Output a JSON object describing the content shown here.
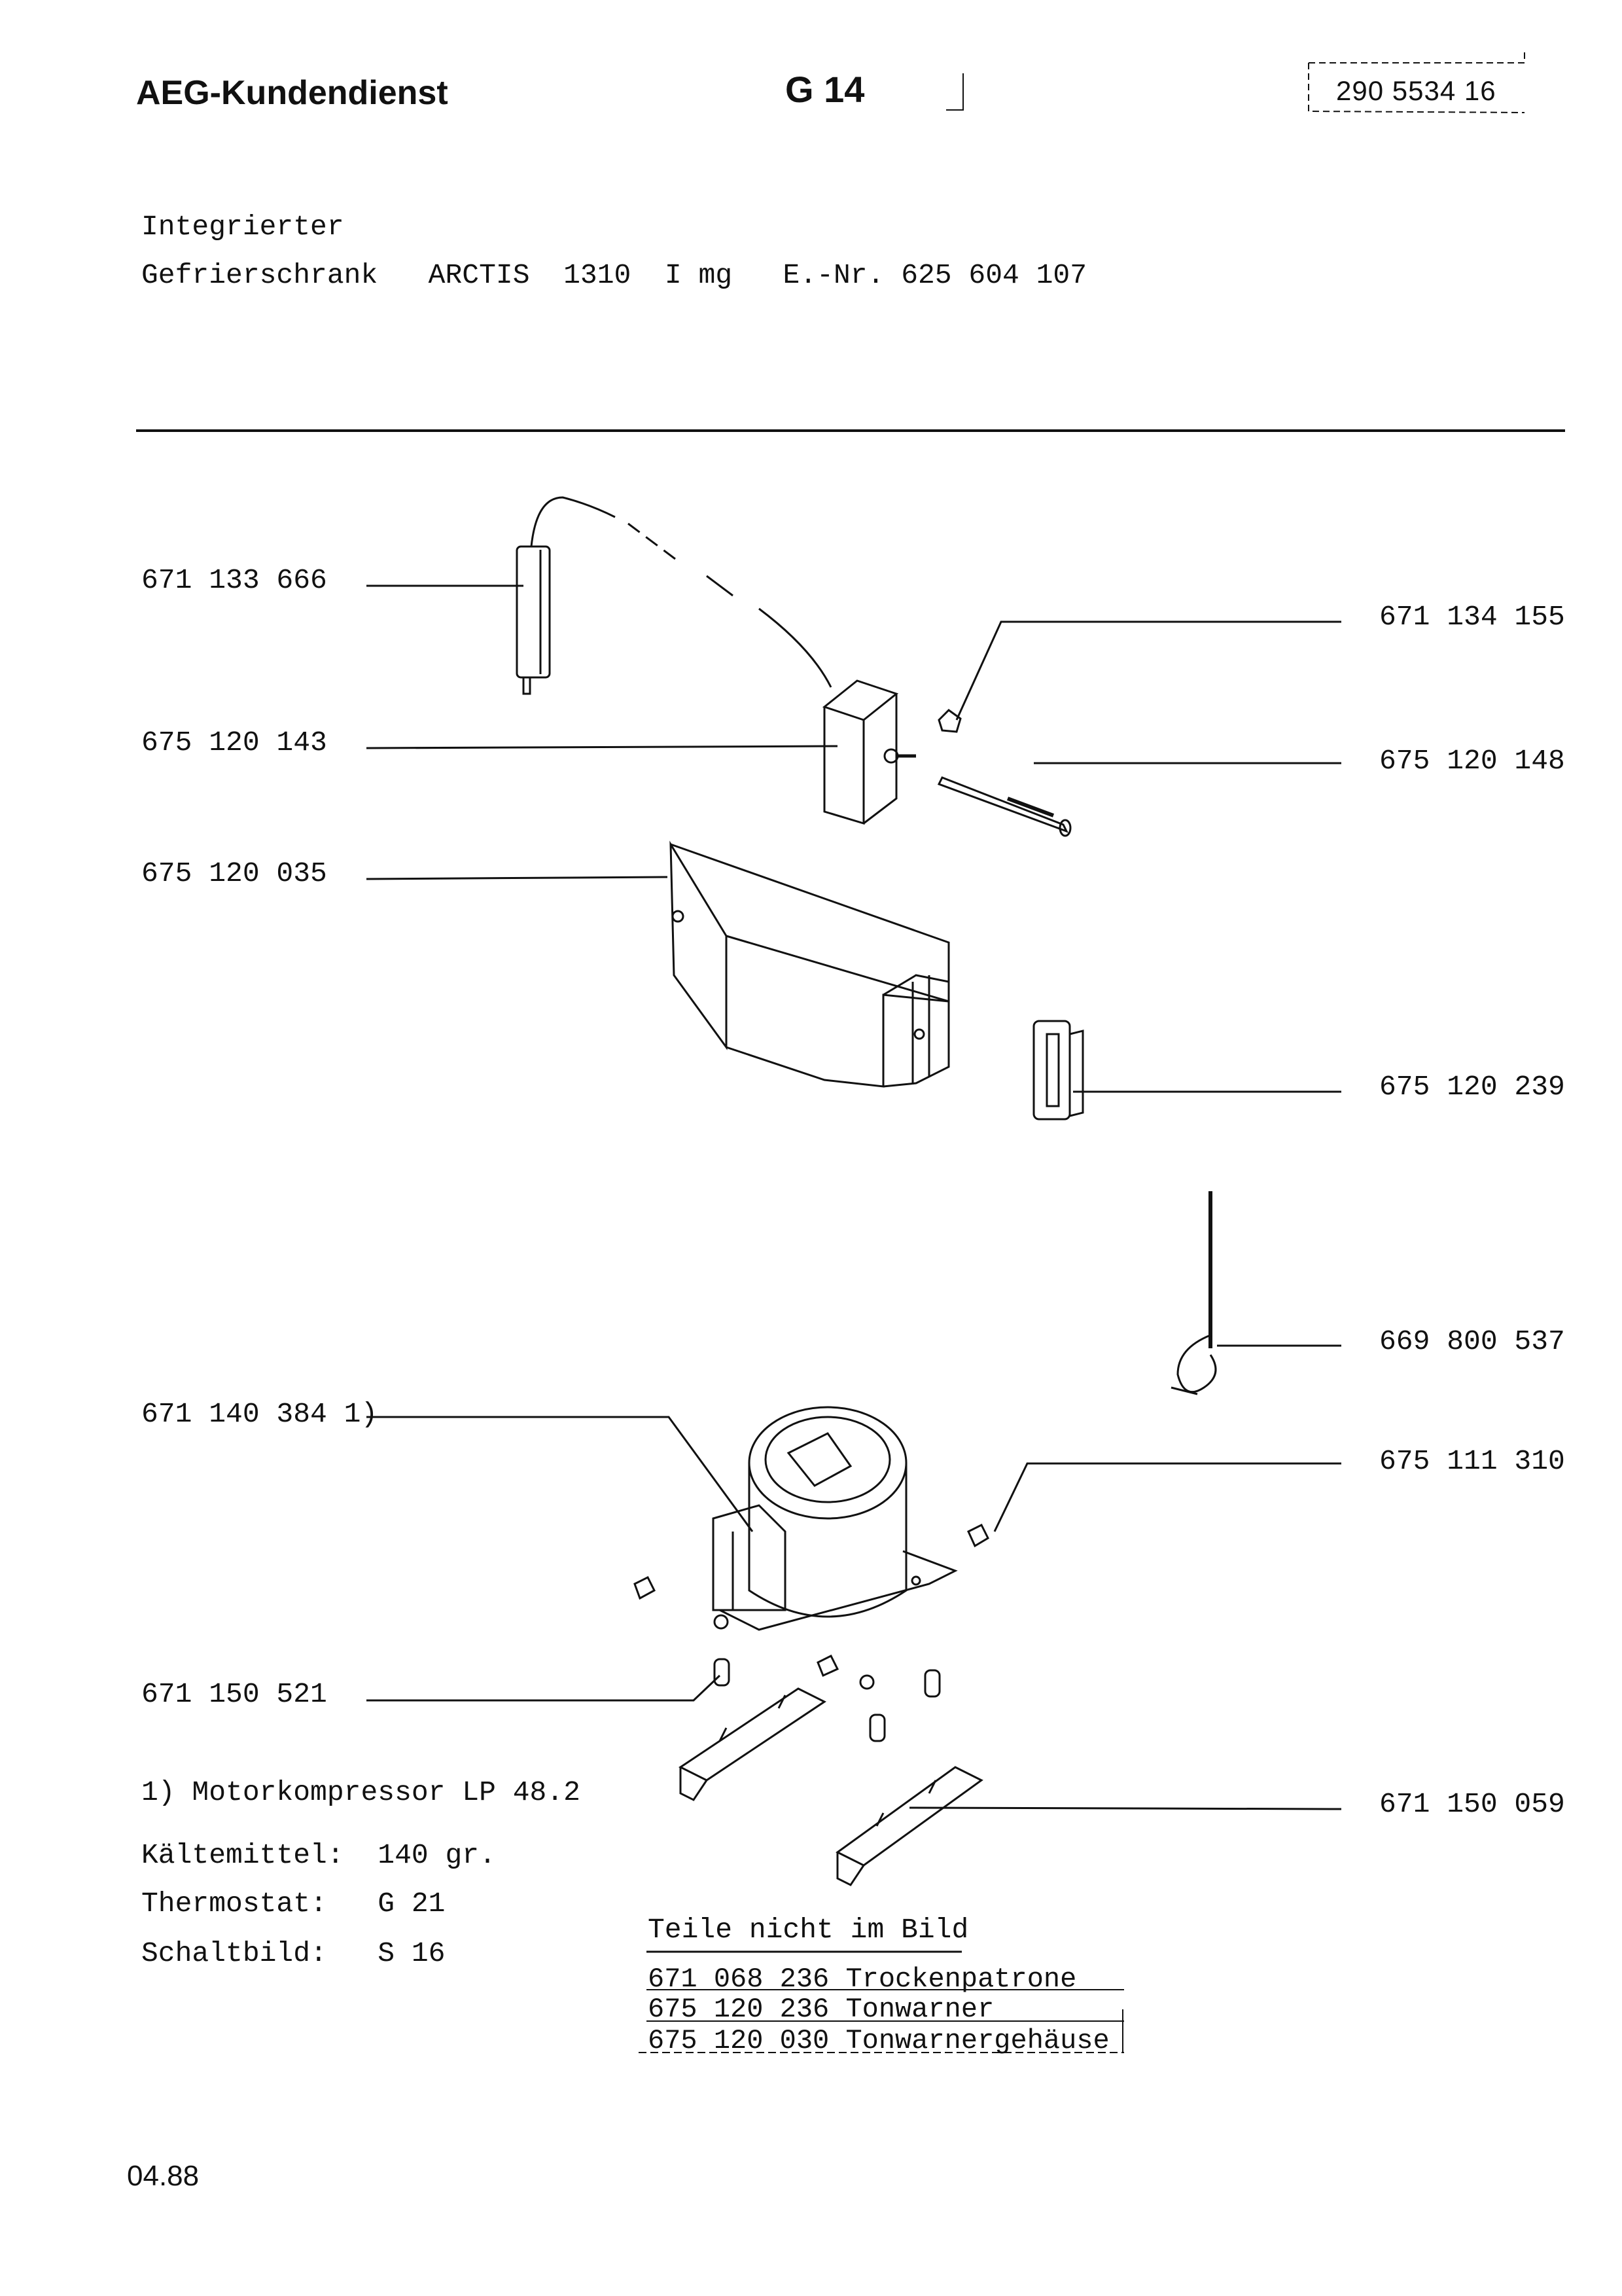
{
  "header": {
    "company": "AEG-Kundendienst",
    "group": "G 14",
    "doc_number": "290 5534 16"
  },
  "appliance": {
    "line1": "Integrierter",
    "line2": "Gefrierschrank   ARCTIS  1310  I mg   E.-Nr. 625 604 107"
  },
  "parts_left": [
    "671 133 666",
    "675 120 143",
    "675 120 035",
    "671 140 384 1)",
    "671 150 521"
  ],
  "parts_right": [
    "671 134 155",
    "675 120 148",
    "675 120 239",
    "669 800 537",
    "675 111 310",
    "671 150 059"
  ],
  "notes": {
    "footnote": "1) Motorkompressor LP 48.2",
    "refrigerant": "Kältemittel:  140 gr.",
    "thermostat": "Thermostat:   G 21",
    "wiring": "Schaltbild:   S 16"
  },
  "not_pictured": {
    "title": "Teile nicht im Bild",
    "items": [
      "671 068 236 Trockenpatrone",
      "675 120 236 Tonwarner",
      "675 120 030 Tonwarnergehäuse"
    ]
  },
  "footer": {
    "date": "04.88"
  }
}
